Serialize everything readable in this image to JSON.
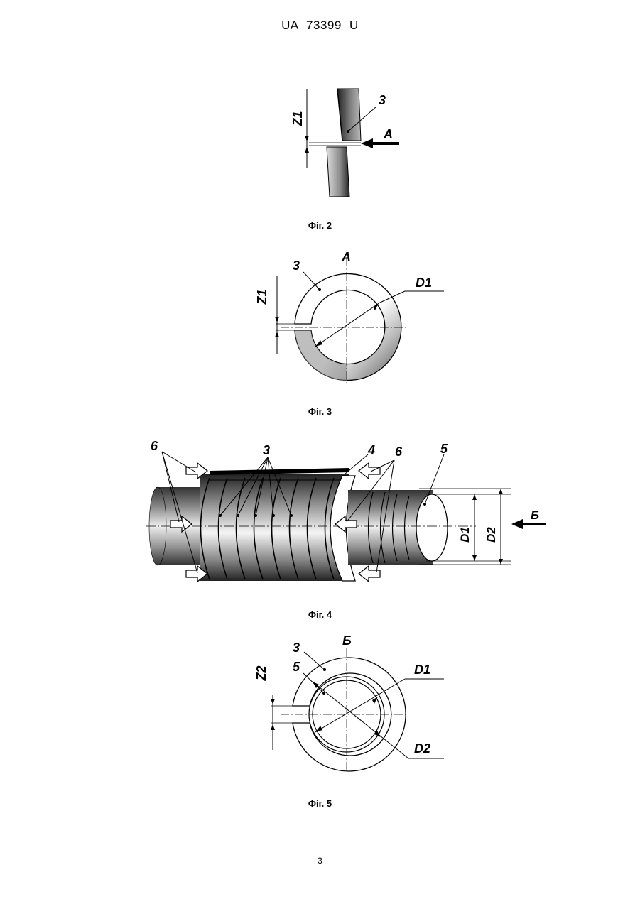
{
  "header": {
    "patent_number": "UA   73399   U"
  },
  "figures": [
    {
      "caption": "Фіг. 2",
      "labels": {
        "part": "3",
        "dimension": "Z1",
        "view": "A"
      }
    },
    {
      "caption": "Фіг. 3",
      "labels": {
        "part": "3",
        "dimension": "Z1",
        "diameter": "D1",
        "view": "A"
      }
    },
    {
      "caption": "Фіг. 4",
      "labels": {
        "rings": "3",
        "gap": "4",
        "holder": "5",
        "arrows": "6",
        "diameter_inner": "D1",
        "diameter_outer": "D2",
        "view": "Б"
      }
    },
    {
      "caption": "Фіг. 5",
      "labels": {
        "ring": "3",
        "holder": "5",
        "dimension": "Z2",
        "diameter_inner": "D1",
        "diameter_outer": "D2",
        "view": "Б"
      }
    }
  ],
  "footer": {
    "page_number": "3"
  }
}
